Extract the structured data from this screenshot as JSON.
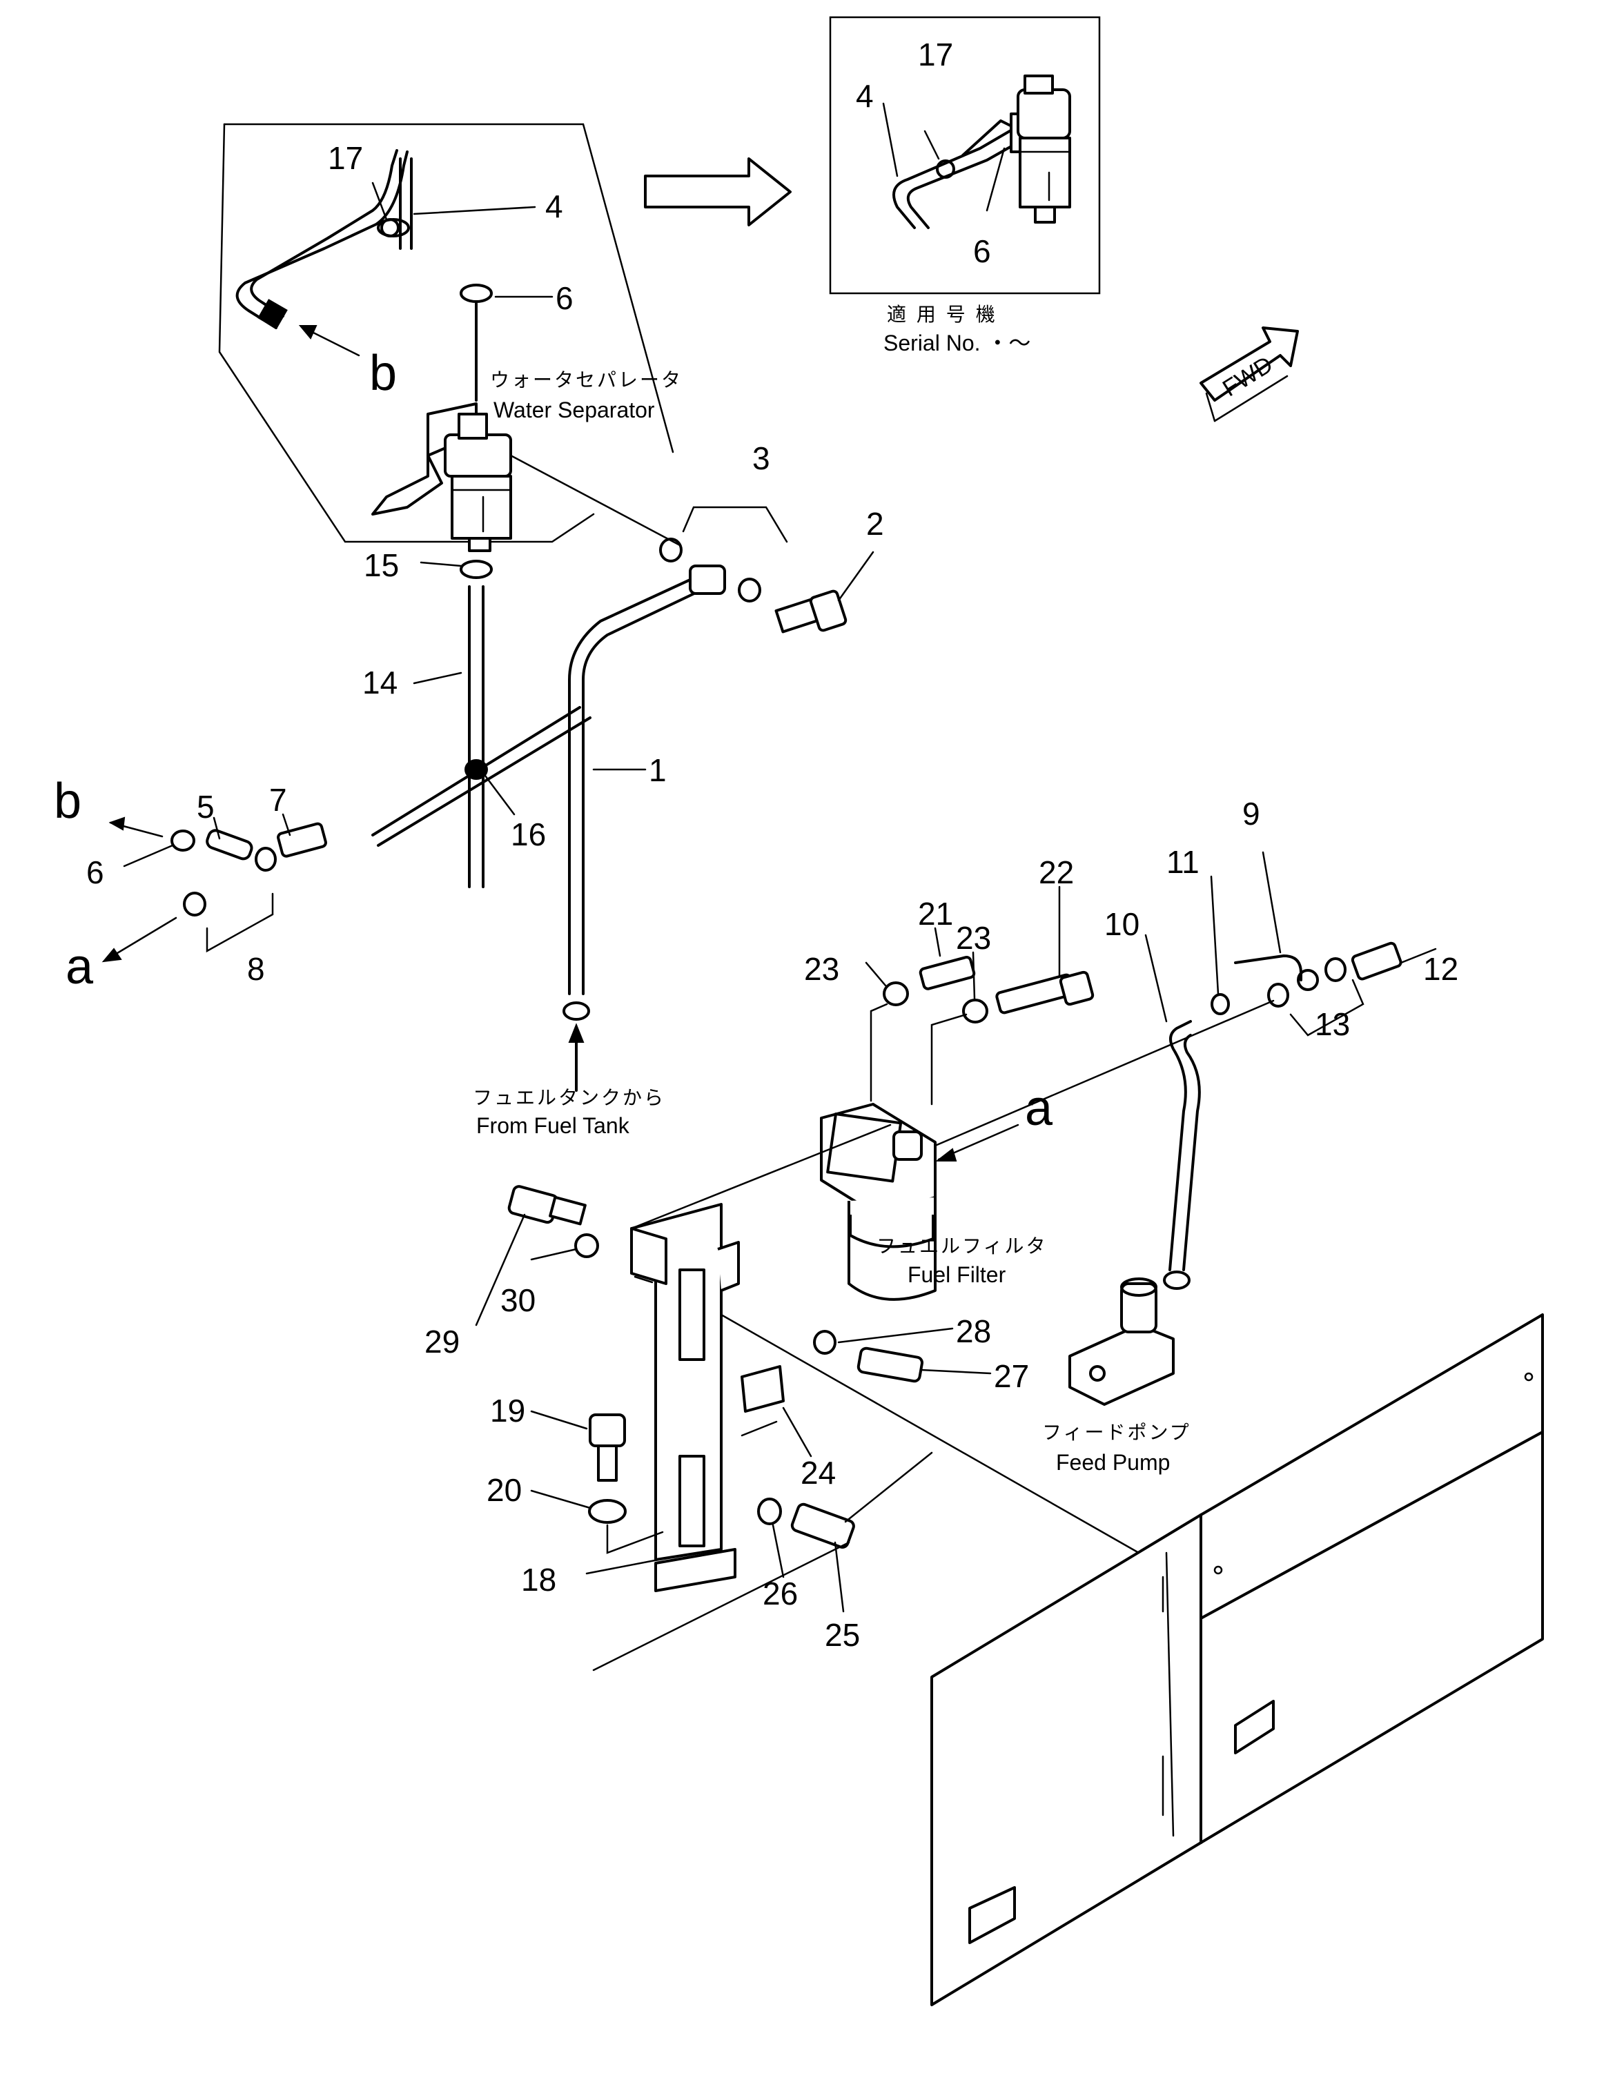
{
  "callouts": {
    "n1": "1",
    "n2": "2",
    "n3": "3",
    "n4": "4",
    "n4b": "4",
    "n5": "5",
    "n6": "6",
    "n6b": "6",
    "n6c": "6",
    "n7": "7",
    "n8": "8",
    "n9": "9",
    "n10": "10",
    "n11": "11",
    "n12": "12",
    "n13": "13",
    "n14": "14",
    "n15": "15",
    "n16": "16",
    "n17": "17",
    "n17b": "17",
    "n18": "18",
    "n19": "19",
    "n20": "20",
    "n21": "21",
    "n22": "22",
    "n23": "23",
    "n23b": "23",
    "n24": "24",
    "n25": "25",
    "n26": "26",
    "n27": "27",
    "n28": "28",
    "n29": "29",
    "n30": "30"
  },
  "refs": {
    "a": "a",
    "a2": "a",
    "b": "b",
    "b2": "b"
  },
  "labels": {
    "water_separator_jp": "ウォータセパレータ",
    "water_separator_en": "Water Separator",
    "serial_jp": "適 用 号 機",
    "serial_en": "Serial No. ・～",
    "fuel_tank_jp": "フュエルタンクから",
    "fuel_tank_en": "From Fuel Tank",
    "fuel_filter_jp": "フュエルフィルタ",
    "fuel_filter_en": "Fuel Filter",
    "feed_pump_jp": "フィードポンプ",
    "feed_pump_en": "Feed Pump",
    "fwd": "FWD"
  }
}
